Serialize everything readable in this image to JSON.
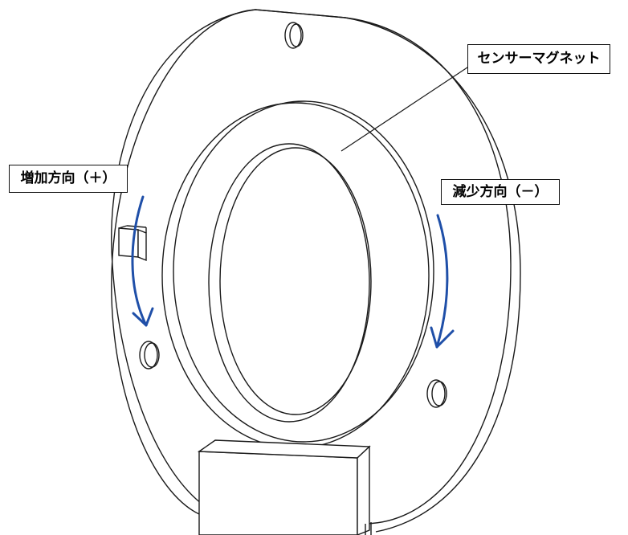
{
  "labels": {
    "sensor_magnet": "センサーマグネット",
    "increase_direction": "増加方向（＋）",
    "decrease_direction": "減少方向（－）"
  },
  "colors": {
    "line": "#1a1a1a",
    "arrow": "#1f4fa8",
    "background": "#ffffff"
  }
}
